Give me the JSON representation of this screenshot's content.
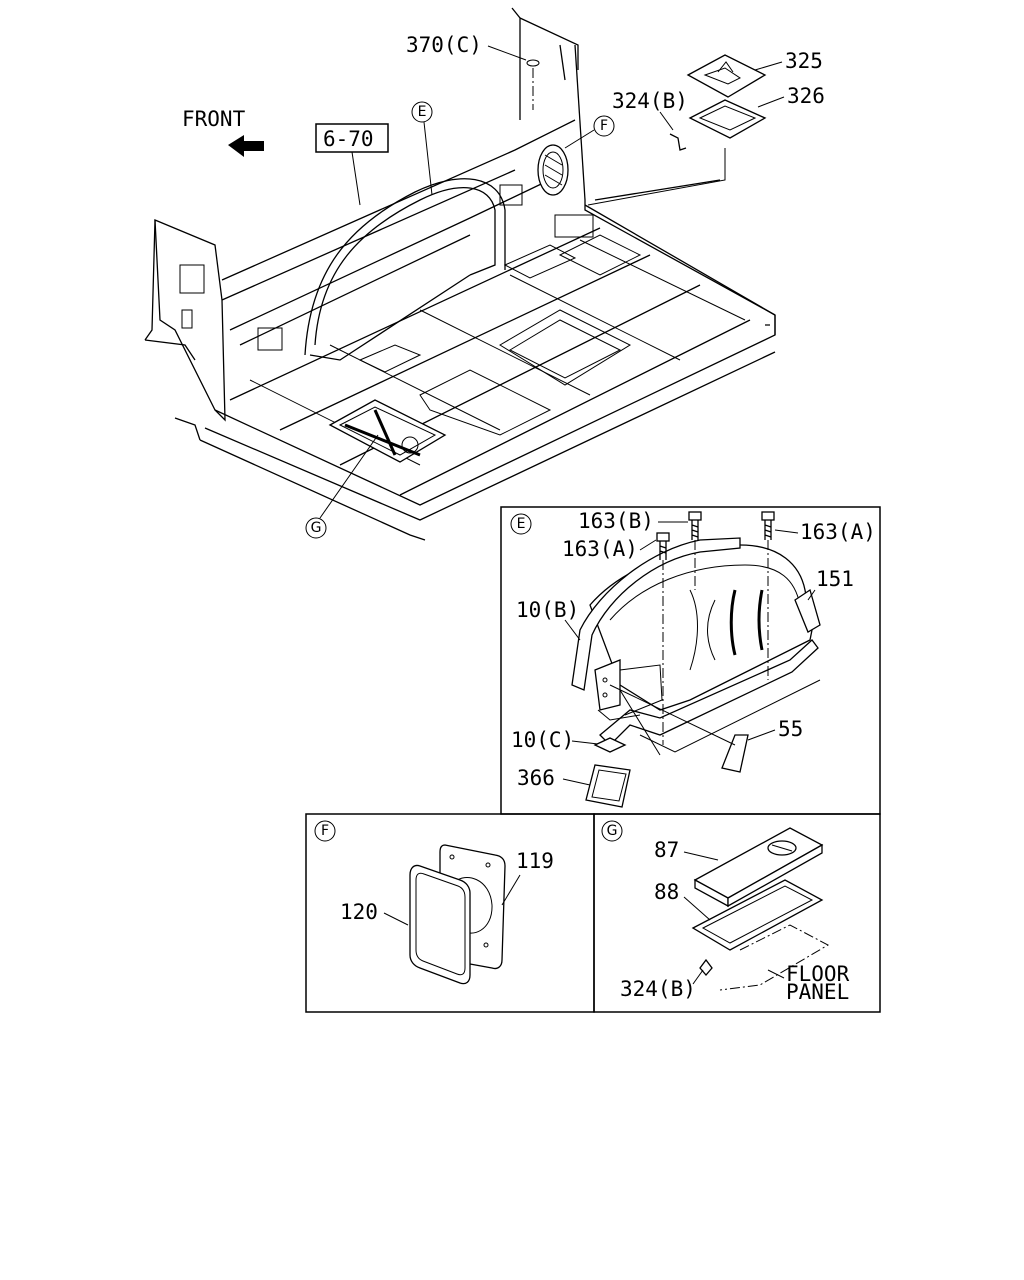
{
  "main_view": {
    "front_label": "FRONT",
    "ref_box": "6-70",
    "callouts": {
      "c370": "370(C)",
      "c325": "325",
      "c324b": "324(B)",
      "c326": "326",
      "circle_e": "E",
      "circle_f": "F",
      "circle_g": "G"
    }
  },
  "detail_e": {
    "tag": "E",
    "callouts": {
      "c163b": "163(B)",
      "c163a_left": "163(A)",
      "c163a_right": "163(A)",
      "c151": "151",
      "c10b": "10(B)",
      "c10c": "10(C)",
      "c55": "55",
      "c366": "366"
    }
  },
  "detail_f": {
    "tag": "F",
    "callouts": {
      "c119": "119",
      "c120": "120"
    }
  },
  "detail_g": {
    "tag": "G",
    "callouts": {
      "c87": "87",
      "c88": "88",
      "c324b": "324(B)",
      "floor_line1": "FLOOR",
      "floor_line2": "PANEL"
    }
  }
}
